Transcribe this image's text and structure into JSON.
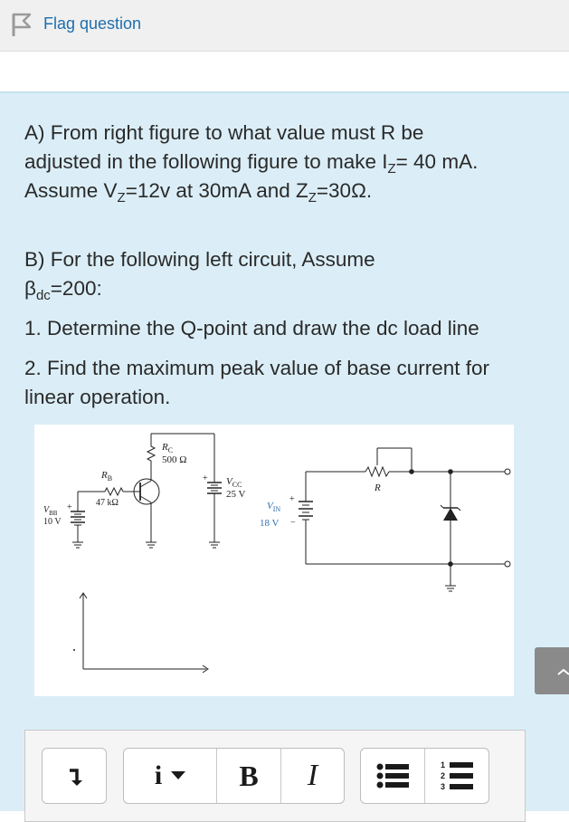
{
  "header": {
    "flag_label": "Flag question",
    "flag_icon": "flag-icon"
  },
  "question": {
    "part_a": {
      "line1": "A) From right figure to what value must R be",
      "line2_pre": "adjusted in the following figure to make I",
      "line2_sub": "Z",
      "line2_post": "= 40 mA.",
      "line3_pre": "Assume V",
      "line3_sub1": "Z",
      "line3_mid": "=12v at 30mA and  Z",
      "line3_sub2": "Z",
      "line3_post": "=30Ω."
    },
    "part_b": {
      "line1": "B) For the following left circuit, Assume",
      "beta_symbol": "β",
      "beta_sub": "dc",
      "beta_value": "=200:",
      "item1": "1. Determine the Q-point and draw the dc load line",
      "item2_line1": "2. Find the maximum peak value of base current for",
      "item2_line2": "linear operation."
    }
  },
  "figure": {
    "left_circuit": {
      "rc_label": "R",
      "rc_sub": "C",
      "rc_value": "500 Ω",
      "rb_label": "R",
      "rb_sub": "B",
      "rb_value": "47 kΩ",
      "vcc_label": "V",
      "vcc_sub": "CC",
      "vcc_value": "25 V",
      "vbb_label": "V",
      "vbb_sub": "BB",
      "vbb_value": "10 V",
      "plus": "+"
    },
    "right_circuit": {
      "vin_label": "V",
      "vin_sub": "IN",
      "vin_value": "18 V",
      "r_label": "R",
      "plus": "+",
      "minus": "−"
    }
  },
  "toolbar": {
    "heading_icon": "paragraph-format-icon",
    "info_label": "i",
    "info_icon": "chevron-down-icon",
    "bold_label": "B",
    "italic_label": "I",
    "bullet_icon": "bullet-list-icon",
    "numbered_icon": "numbered-list-icon"
  },
  "colors": {
    "accent": "#1e6fae",
    "question_bg": "#dbeef7",
    "figure_blue": "#2f6fb6"
  }
}
